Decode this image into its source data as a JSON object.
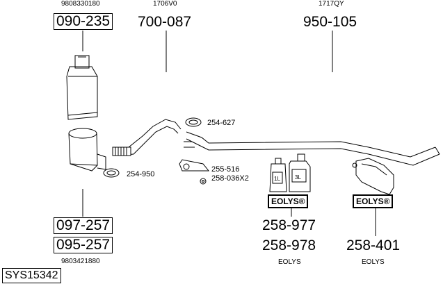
{
  "groups": [
    {
      "ref": "9808330180",
      "parts": [
        "090-235"
      ]
    },
    {
      "ref": "1706V0",
      "parts": [
        "700-087"
      ]
    },
    {
      "ref": "1717QY",
      "parts": [
        "950-105"
      ]
    },
    {
      "ref": "9803421880",
      "parts": [
        "097-257",
        "095-257"
      ]
    }
  ],
  "clamps": [
    {
      "number": "254-627"
    },
    {
      "number": "254-950"
    },
    {
      "number": "255-516"
    },
    {
      "number": "258-036X2"
    }
  ],
  "additives": [
    {
      "badge": "EOLYS®",
      "parts": [
        "258-977",
        "258-978"
      ],
      "caption": "EOLYS",
      "bottles": [
        "1L",
        "3L"
      ]
    },
    {
      "badge": "EOLYS®",
      "parts": [
        "258-401"
      ],
      "caption": "EOLYS"
    }
  ],
  "system_id": "SYS15342"
}
